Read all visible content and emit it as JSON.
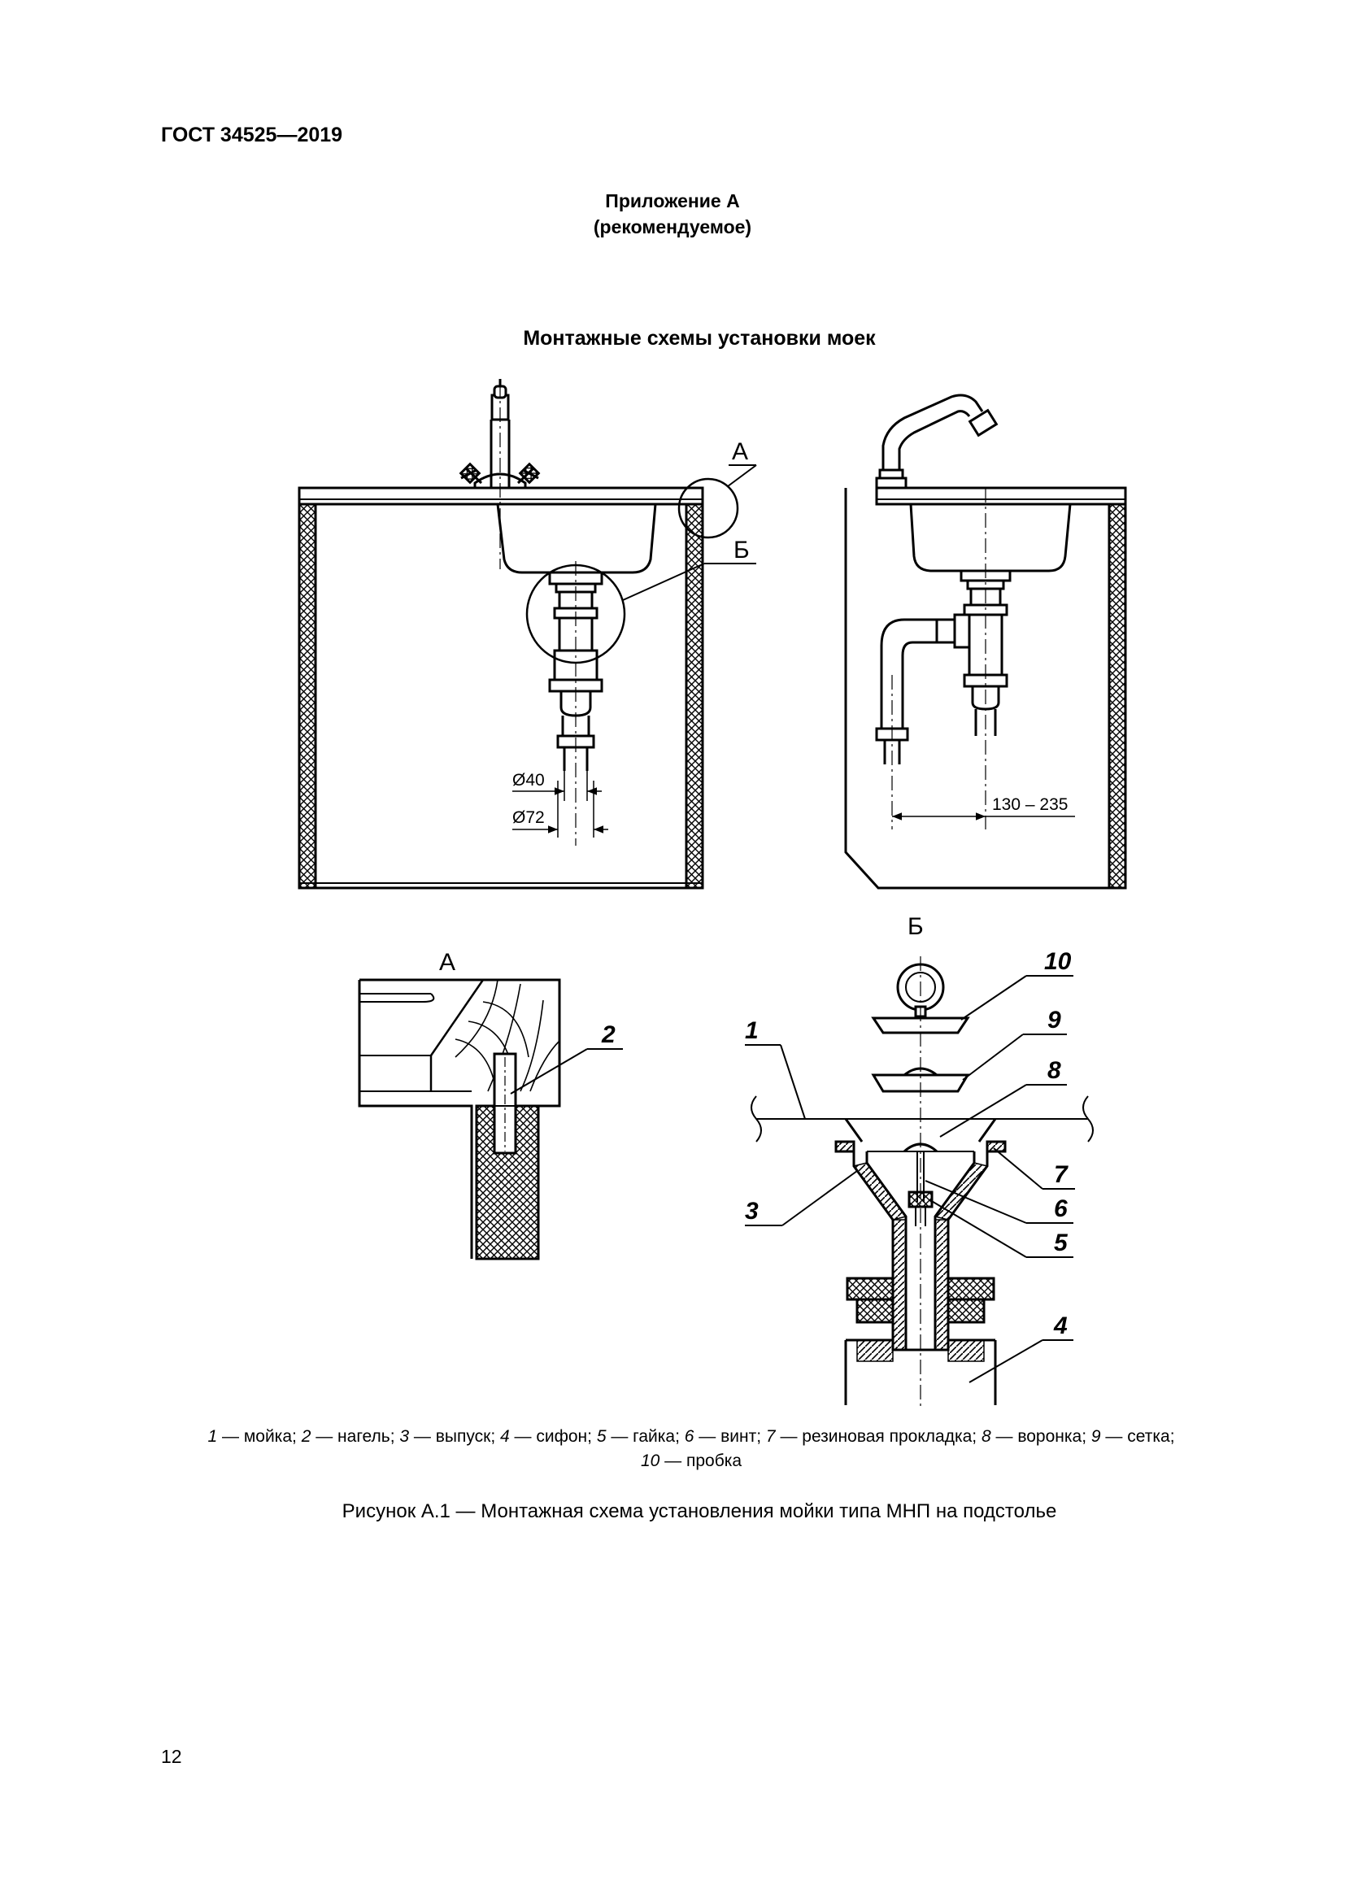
{
  "header": {
    "standard": "ГОСТ 34525—2019"
  },
  "annex": {
    "title": "Приложение А",
    "subtitle": "(рекомендуемое)"
  },
  "section": {
    "title": "Монтажные схемы установки моек"
  },
  "figure": {
    "callout_a": "А",
    "callout_b": "Б",
    "detail_a_title": "А",
    "detail_b_title": "Б",
    "dim_d40": "Ø40",
    "dim_d72": "Ø72",
    "dim_range": "130 – 235",
    "parts": [
      {
        "num": "1",
        "name": "мойка"
      },
      {
        "num": "2",
        "name": "нагель"
      },
      {
        "num": "3",
        "name": "выпуск"
      },
      {
        "num": "4",
        "name": "сифон"
      },
      {
        "num": "5",
        "name": "гайка"
      },
      {
        "num": "6",
        "name": "винт"
      },
      {
        "num": "7",
        "name": "резиновая прокладка"
      },
      {
        "num": "8",
        "name": "воронка"
      },
      {
        "num": "9",
        "name": "сетка"
      },
      {
        "num": "10",
        "name": "пробка"
      }
    ],
    "caption": "Рисунок А.1 — Монтажная схема установления мойки типа МНП на подстолье"
  },
  "page": {
    "number": "12"
  }
}
